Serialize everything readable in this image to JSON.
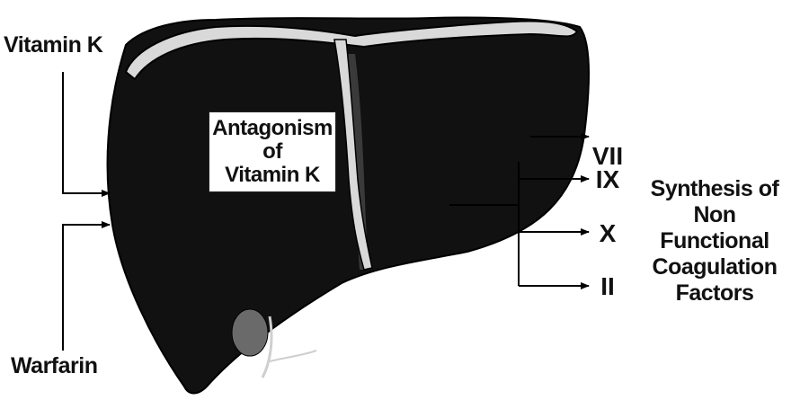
{
  "diagram": {
    "inputs": {
      "vitamin_k": "Vitamin K",
      "warfarin": "Warfarin"
    },
    "center": {
      "line1": "Antagonism",
      "line2": "of",
      "line3": "Vitamin K"
    },
    "factors": [
      "VII",
      "IX",
      "X",
      "II"
    ],
    "result": {
      "line1": "Synthesis of",
      "line2": "Non",
      "line3": "Functional",
      "line4": "Coagulation",
      "line5": "Factors"
    },
    "colors": {
      "organ": "#111111",
      "ligament": "#d9d9d9",
      "lines": "#000000",
      "background": "#ffffff"
    }
  }
}
